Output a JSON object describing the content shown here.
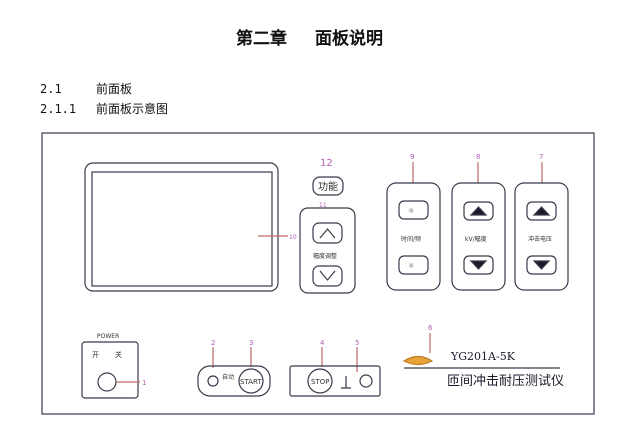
{
  "chapter": {
    "number": "第二章",
    "title": "面板说明"
  },
  "sections": [
    {
      "num": "2.1",
      "text": "前面板"
    },
    {
      "num": "2.1.1",
      "text": "前面板示意图"
    }
  ],
  "panel": {
    "callouts": {
      "c1": "1",
      "c2": "2",
      "c3": "3",
      "c4": "4",
      "c5": "5",
      "c6": "6",
      "c7": "7",
      "c8": "8",
      "c9": "9",
      "c10": "10",
      "c11": "11",
      "c12": "12"
    },
    "function_button": "功能",
    "adjust_label": "幅度调整",
    "kv_unit": "kV",
    "buttons_9_label": "时间/频",
    "buttons_8_label": "kV/幅度",
    "buttons_7_label": "冲击电压",
    "power": {
      "title": "POWER",
      "on": "开",
      "off": "关"
    },
    "auto_label": "自动",
    "start": "START",
    "stop": "STOP",
    "model": "YG201A-5K",
    "product_name": "匝间冲击耐压测试仪",
    "colors": {
      "outline": "#3a3a4a",
      "callout": "#b060b0",
      "callout_line": "#c06868"
    }
  }
}
